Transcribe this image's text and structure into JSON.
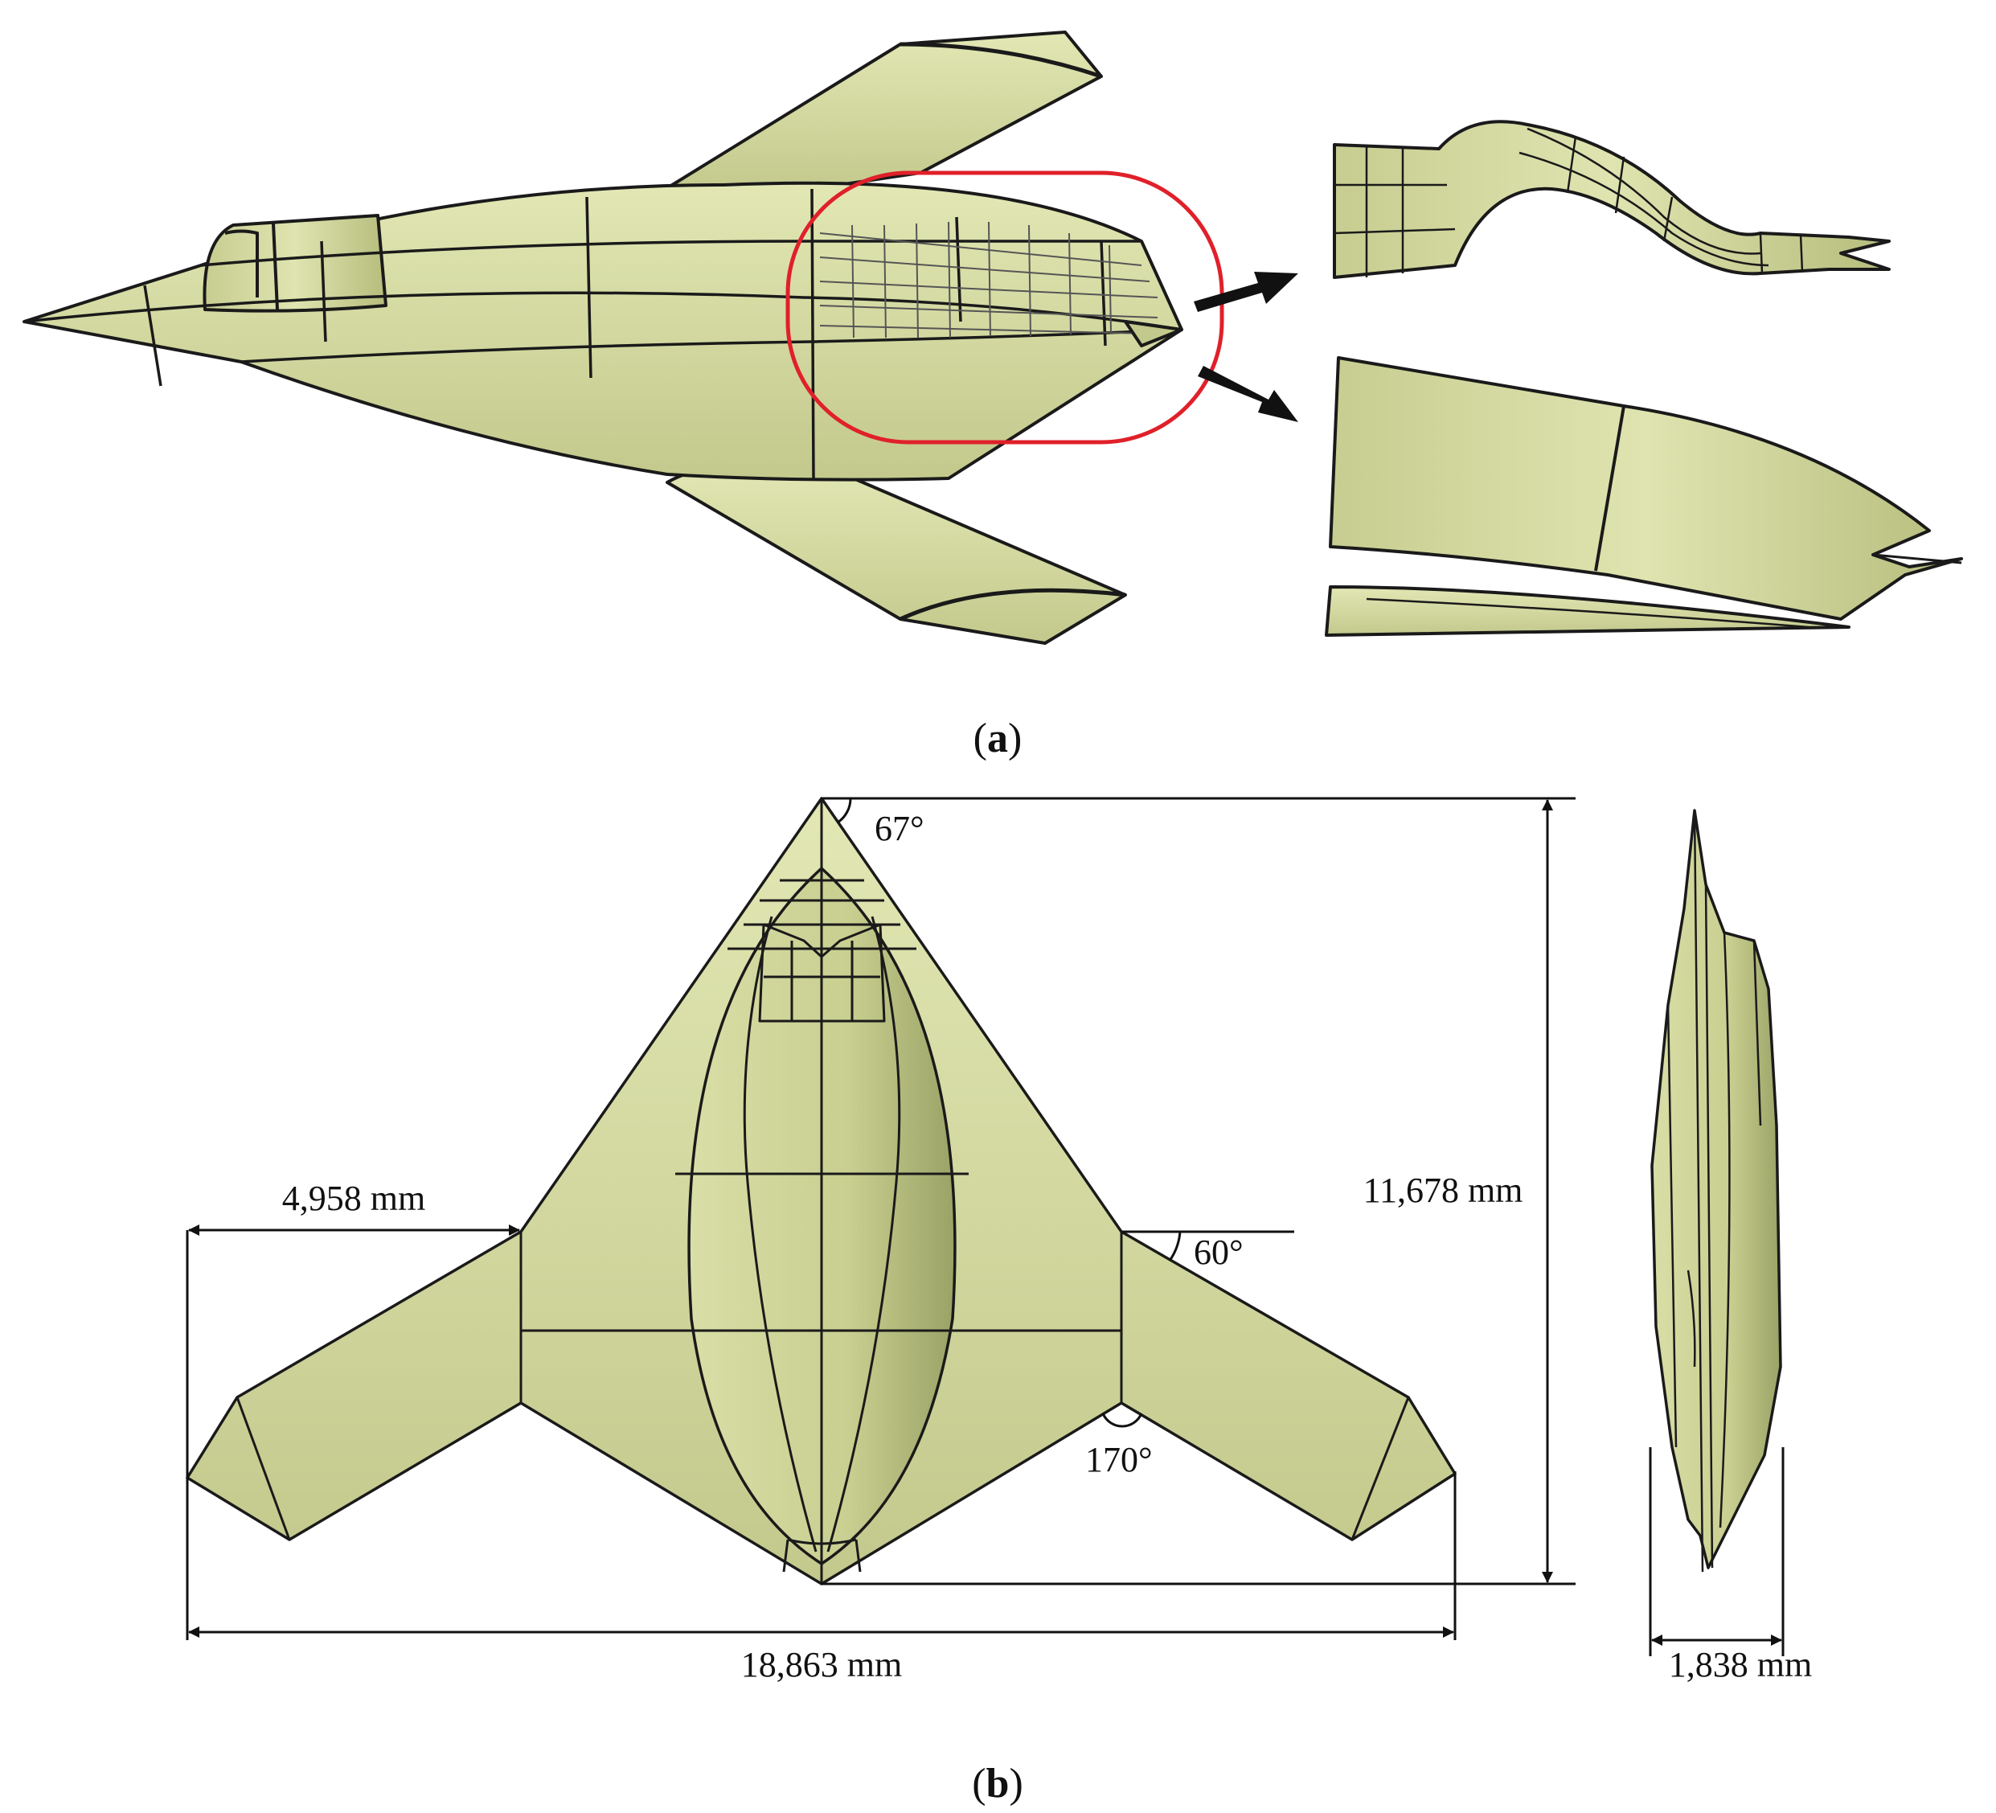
{
  "panel_a": {
    "caption_open": "(",
    "caption_letter": "a",
    "caption_close": ")"
  },
  "panel_b": {
    "caption_open": "(",
    "caption_letter": "b",
    "caption_close": ")",
    "dimensions": {
      "wing_length": "4,958 mm",
      "length": "11,678 mm",
      "span": "18,863 mm",
      "height": "1,838 mm"
    },
    "angles": {
      "nose": "67°",
      "leading_edge": "60°",
      "trailing_edge": "170°"
    }
  },
  "colors": {
    "surface": "#d6dca0",
    "surface_dark": "#b4bb7a",
    "edge": "#1a1a1a",
    "highlight_ellipse": "#e0202a",
    "background": "#ffffff"
  }
}
